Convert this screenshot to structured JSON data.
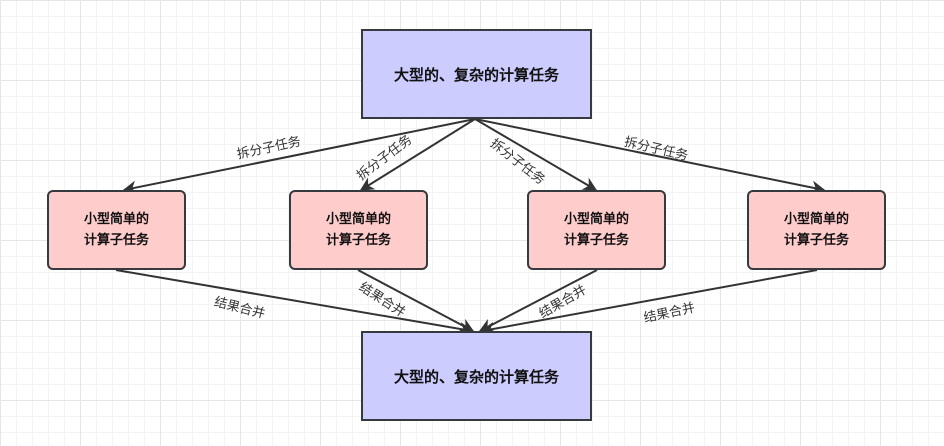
{
  "diagram": {
    "top_node": {
      "label": "大型的、复杂的计算任务"
    },
    "bottom_node": {
      "label": "大型的、复杂的计算任务"
    },
    "subtasks": [
      {
        "label": "小型简单的\n计算子任务"
      },
      {
        "label": "小型简单的\n计算子任务"
      },
      {
        "label": "小型简单的\n计算子任务"
      },
      {
        "label": "小型简单的\n计算子任务"
      }
    ],
    "split_edges": [
      {
        "label": "拆分子任务"
      },
      {
        "label": "拆分子任务"
      },
      {
        "label": "拆分子任务"
      },
      {
        "label": "拆分子任务"
      }
    ],
    "merge_edges": [
      {
        "label": "结果合并"
      },
      {
        "label": "结果合并"
      },
      {
        "label": "结果合并"
      },
      {
        "label": "结果合并"
      }
    ]
  }
}
